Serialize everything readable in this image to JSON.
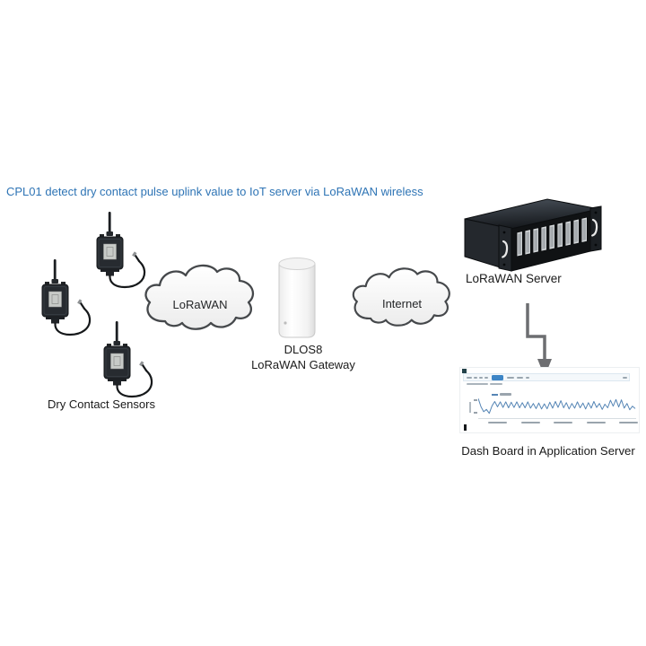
{
  "title": {
    "text": "CPL01 detect dry contact pulse uplink value to IoT server via LoRaWAN wireless"
  },
  "sensors": {
    "label": "Dry Contact Sensors",
    "count": 3
  },
  "lorawan_cloud": {
    "label": "LoRaWAN"
  },
  "gateway": {
    "model": "DLOS8",
    "label": "LoRaWAN Gateway"
  },
  "internet_cloud": {
    "label": "Internet"
  },
  "server": {
    "label": "LoRaWAN Server",
    "slot_count": 9
  },
  "dashboard": {
    "label": "Dash Board in Application Server"
  },
  "colors": {
    "title_text": "#2e74b5",
    "chart_line": "#5585b5",
    "arrow": "#6d6e71",
    "cloud_stroke": "#45484b",
    "label_text": "#1a1a1a"
  },
  "chart_data": {
    "type": "line",
    "title": "",
    "xlabel": "",
    "ylabel": "",
    "grid": false,
    "legend_position": "top-left",
    "x_tick_count": 5,
    "y_tick_count": 2,
    "line_color": "#5585b5",
    "series": [
      {
        "name": "sensor-uplink-sparkline",
        "values": [
          0.97,
          0.55,
          0.3,
          0.42,
          0.22,
          0.6,
          0.82,
          0.55,
          0.8,
          0.52,
          0.8,
          0.5,
          0.78,
          0.52,
          0.8,
          0.5,
          0.76,
          0.5,
          0.8,
          0.48,
          0.72,
          0.46,
          0.74,
          0.44,
          0.7,
          0.45,
          0.78,
          0.48,
          0.82,
          0.52,
          0.86,
          0.5,
          0.76,
          0.44,
          0.72,
          0.48,
          0.8,
          0.5,
          0.74,
          0.44,
          0.76,
          0.48,
          0.82,
          0.52,
          0.72,
          0.42,
          0.68,
          0.5,
          0.88,
          0.58,
          0.92,
          0.54,
          0.9,
          0.48,
          0.72,
          0.4,
          0.58,
          0.46
        ]
      }
    ]
  }
}
